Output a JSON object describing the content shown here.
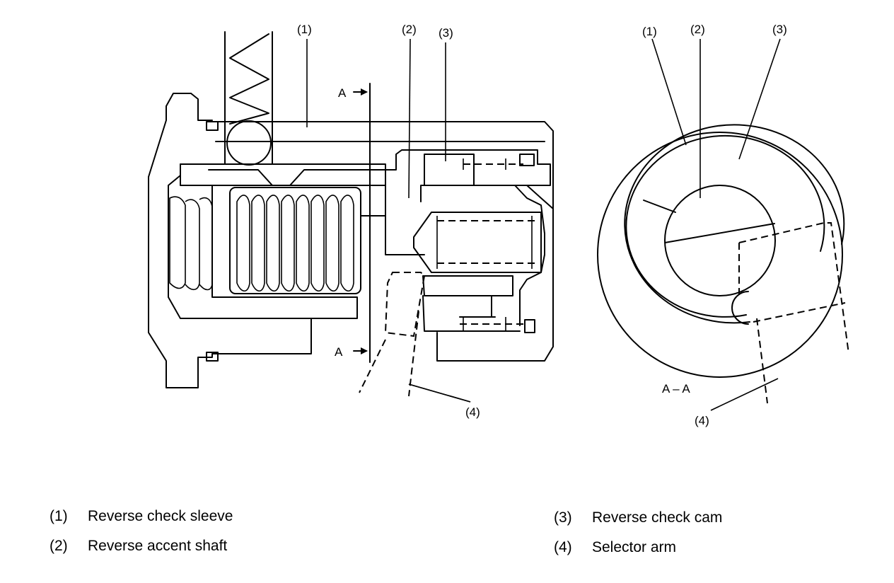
{
  "callouts": {
    "left_1": "(1)",
    "left_2": "(2)",
    "left_3": "(3)",
    "left_4": "(4)",
    "right_1": "(1)",
    "right_2": "(2)",
    "right_3": "(3)",
    "right_4": "(4)"
  },
  "section_marks": {
    "top": "A",
    "bottom": "A",
    "view_title": "A – A"
  },
  "legend": [
    {
      "num": "(1)",
      "text": "Reverse check sleeve"
    },
    {
      "num": "(2)",
      "text": "Reverse accent shaft"
    },
    {
      "num": "(3)",
      "text": "Reverse check cam"
    },
    {
      "num": "(4)",
      "text": "Selector arm"
    }
  ]
}
